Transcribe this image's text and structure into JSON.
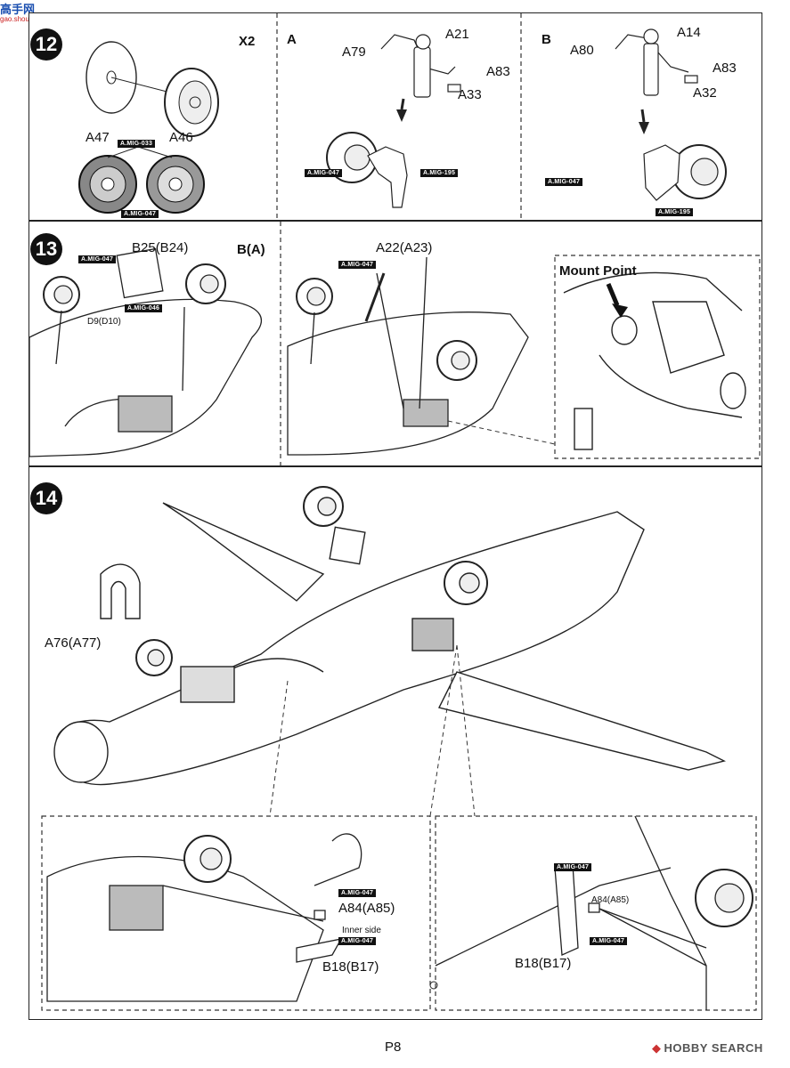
{
  "watermark_top": {
    "text": "高手网",
    "sub": "gao.shou.com"
  },
  "steps": {
    "s12": {
      "number": "12"
    },
    "s13": {
      "number": "13"
    },
    "s14": {
      "number": "14"
    }
  },
  "step12": {
    "qty": "X2",
    "variant_a": "A",
    "variant_b": "B",
    "parts_left": {
      "a47": "A47",
      "a46": "A46"
    },
    "paint_left": {
      "tag1": "A.MIG-033",
      "tag2": "A.MIG-047"
    },
    "parts_a": {
      "a21": "A21",
      "a79": "A79",
      "a83": "A83",
      "a33": "A33"
    },
    "paint_a": {
      "tag1": "A.MIG-047",
      "tag2": "A.MIG-195"
    },
    "parts_b": {
      "a14": "A14",
      "a80": "A80",
      "a83": "A83",
      "a32": "A32"
    },
    "paint_b": {
      "tag1": "A.MIG-047",
      "tag2": "A.MIG-195"
    }
  },
  "step13": {
    "b25": "B25(B24)",
    "ba": "B(A)",
    "d9": "D9(D10)",
    "paint1": "A.MIG-047",
    "paint2": "A.MIG-046",
    "a22": "A22(A23)",
    "paint3": "A.MIG-047",
    "mount_point": "Mount Point"
  },
  "step14": {
    "a76": "A76(A77)",
    "a84_left": "A84(A85)",
    "paint_left1": "A.MIG-047",
    "inner_side": "Inner side",
    "paint_left2": "A.MIG-047",
    "b18_left": "B18(B17)",
    "paint_right1": "A.MIG-047",
    "a84_right": "A84(A85)",
    "paint_right2": "A.MIG-047",
    "b18_right": "B18(B17)"
  },
  "footer": {
    "page": "P8",
    "brand": "HOBBY SEARCH"
  }
}
